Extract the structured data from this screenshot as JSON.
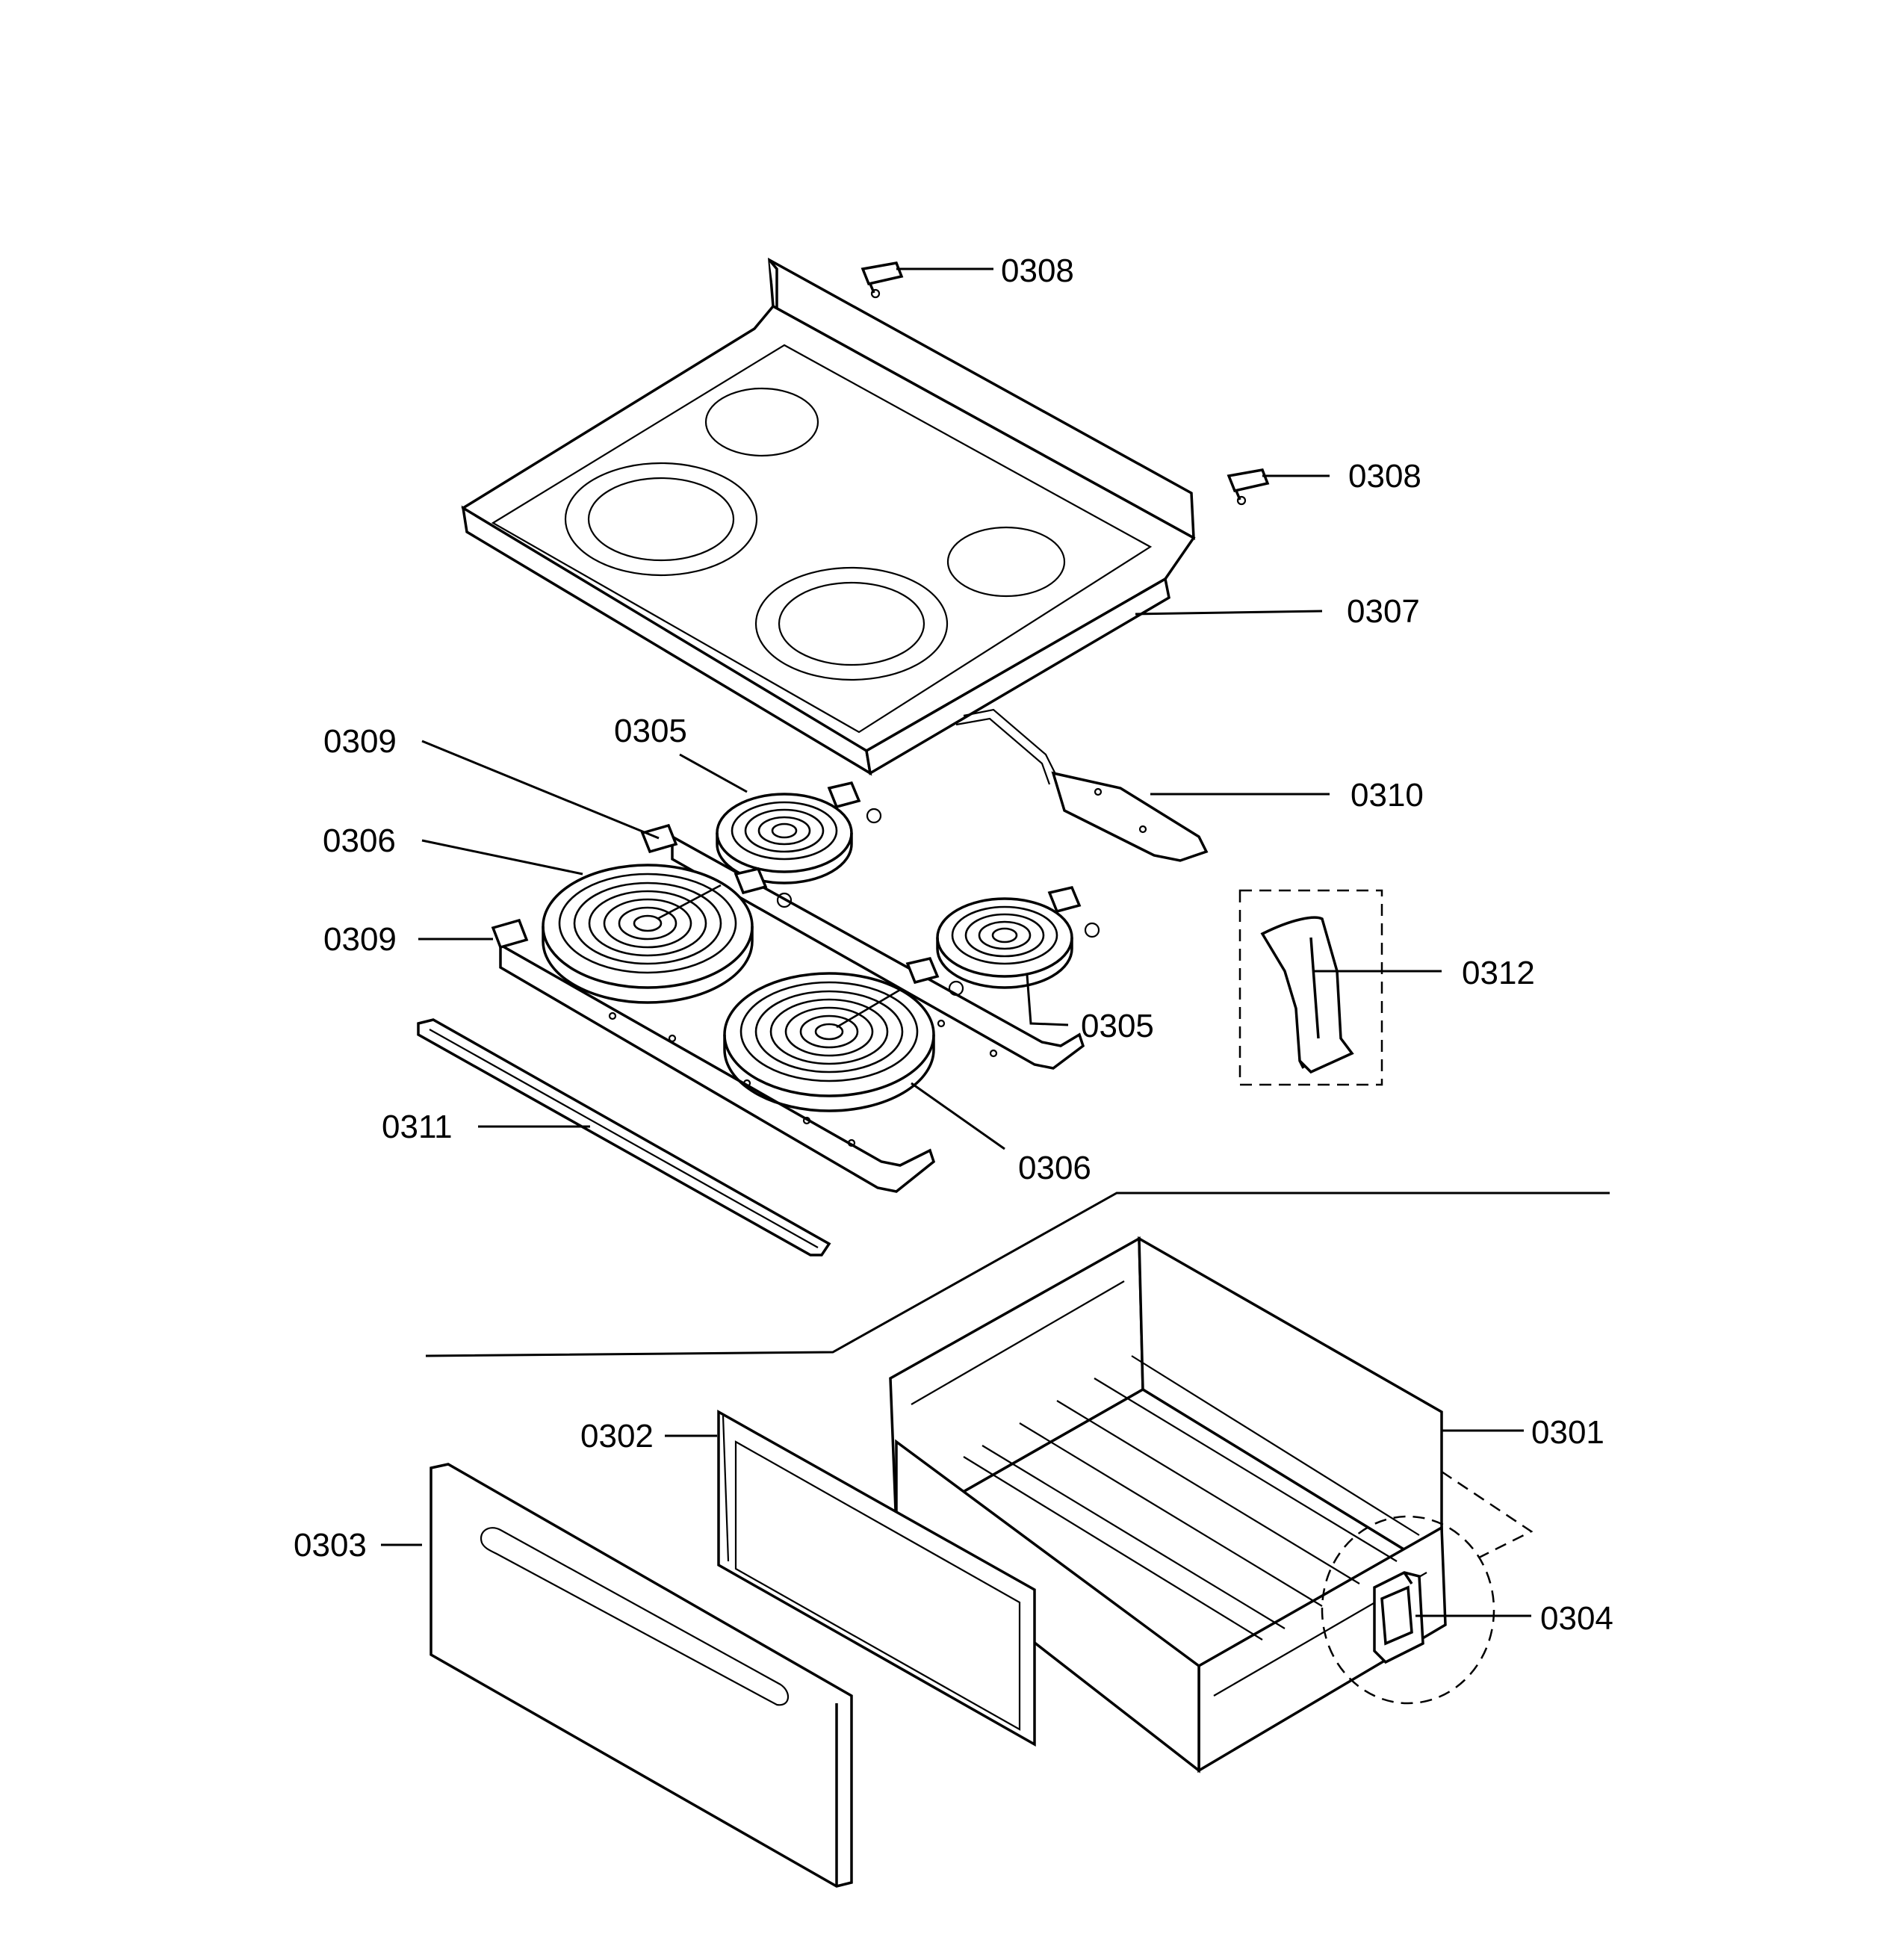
{
  "callouts": [
    {
      "id": "0308a",
      "text": "0308"
    },
    {
      "id": "0308b",
      "text": "0308"
    },
    {
      "id": "0307",
      "text": "0307"
    },
    {
      "id": "0309a",
      "text": "0309"
    },
    {
      "id": "0305a",
      "text": "0305"
    },
    {
      "id": "0310",
      "text": "0310"
    },
    {
      "id": "0306a",
      "text": "0306"
    },
    {
      "id": "0309b",
      "text": "0309"
    },
    {
      "id": "0312",
      "text": "0312"
    },
    {
      "id": "0305b",
      "text": "0305"
    },
    {
      "id": "0311",
      "text": "0311"
    },
    {
      "id": "0306b",
      "text": "0306"
    },
    {
      "id": "0302",
      "text": "0302"
    },
    {
      "id": "0301",
      "text": "0301"
    },
    {
      "id": "0303",
      "text": "0303"
    },
    {
      "id": "0304",
      "text": "0304"
    }
  ]
}
